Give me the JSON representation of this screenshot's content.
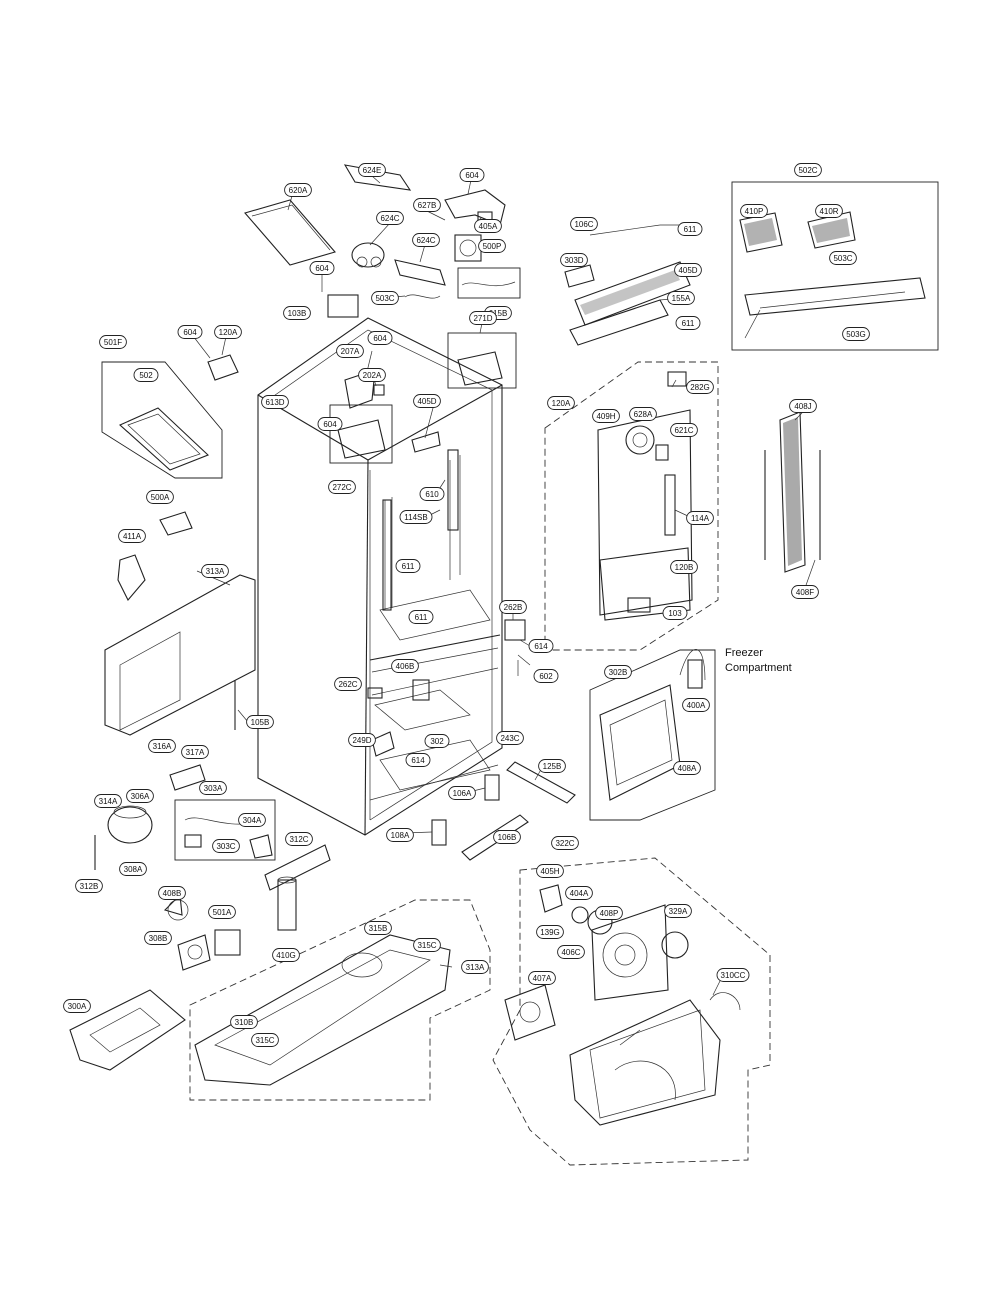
{
  "caption": {
    "line1": "Freezer",
    "line2": "Compartment"
  },
  "labels": [
    "624E",
    "620A",
    "624C",
    "627B",
    "604",
    "405A",
    "500P",
    "624C",
    "604",
    "503C",
    "615B",
    "103B",
    "501F",
    "502",
    "604",
    "120A",
    "207A",
    "604",
    "202A",
    "271D",
    "613D",
    "604",
    "405D",
    "272C",
    "610",
    "114SB",
    "611",
    "611",
    "262B",
    "614",
    "602",
    "262C",
    "406B",
    "249D",
    "302",
    "614",
    "243C",
    "105B",
    "313A",
    "411A",
    "500A",
    "316A",
    "317A",
    "303A",
    "304A",
    "303C",
    "314A",
    "306A",
    "308A",
    "312B",
    "312C",
    "410G",
    "408B",
    "308B",
    "501A",
    "300A",
    "315B",
    "315C",
    "313A",
    "310B",
    "315C",
    "108A",
    "106A",
    "106B",
    "125B",
    "106C",
    "611",
    "303D",
    "405D",
    "155A",
    "611",
    "502C",
    "410P",
    "410R",
    "503C",
    "503G",
    "120A",
    "409H",
    "628A",
    "621C",
    "282G",
    "114A",
    "120B",
    "103",
    "408J",
    "408F",
    "302B",
    "400A",
    "408A",
    "322C",
    "405H",
    "404A",
    "408P",
    "139G",
    "406C",
    "329A",
    "407A",
    "310CC"
  ]
}
